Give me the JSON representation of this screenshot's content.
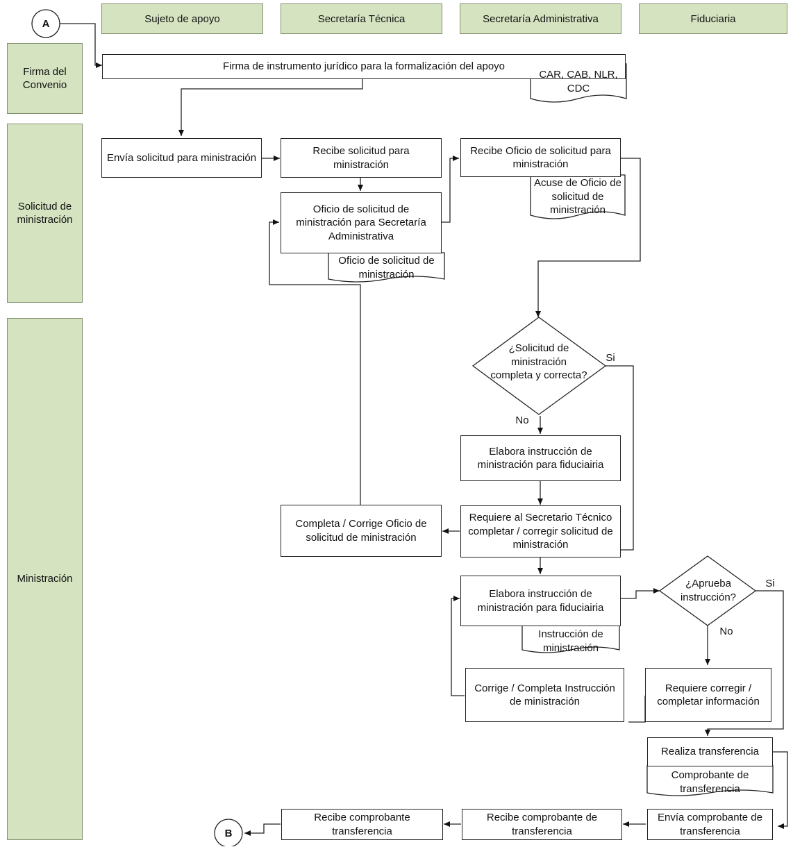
{
  "title": "",
  "lanes": [
    "Sujeto de apoyo",
    "Secretaría Técnica",
    "Secretaría Administrativa",
    "Fiduciaria"
  ],
  "phases": [
    "Firma del Convenio",
    "Solicitud de ministración",
    "Ministración"
  ],
  "connectors": {
    "start": "A",
    "end": "B"
  },
  "steps": {
    "firma": "Firma de instrumento jurídico para la formalización del apoyo",
    "envia_solicitud": "Envía solicitud para ministración",
    "recibe_solicitud": "Recibe solicitud para ministración",
    "oficio_solicitud": "Oficio de solicitud de ministración para Secretaría Administrativa",
    "recibe_oficio": "Recibe Oficio de solicitud para ministración",
    "elabora_instruccion_1": "Elabora instrucción de ministración para fiduciairia",
    "requiere_secretario": "Requiere al Secretario Técnico completar / corregir solicitud de ministración",
    "completa_corrige": "Completa / Corrige Oficio de solicitud de ministración",
    "elabora_instruccion_2": "Elabora instrucción de ministración para fiduciairia",
    "corrige_completa": "Corrige / Completa Instrucción de ministración",
    "requiere_corregir": "Requiere corregir / completar información",
    "realiza_transferencia": "Realiza transferencia",
    "envia_comprobante": "Envía comprobante de transferencia",
    "recibe_comprobante_sa": "Recibe comprobante de transferencia",
    "recibe_comprobante_sap": "Recibe comprobante transferencia"
  },
  "documents": {
    "convenio_docs": "CAR, CAB, NLR, CDC",
    "acuse_oficio": "Acuse de Oficio de solicitud de ministración",
    "oficio_solicitud_doc": "Oficio de solicitud de ministración",
    "instruccion_doc": "Instrucción de ministración",
    "comprobante_doc": "Comprobante de transferencia"
  },
  "decisions": {
    "solicitud_completa": "¿Solicitud de ministración completa y correcta?",
    "aprueba": "¿Aprueba instrucción?"
  },
  "edge_labels": {
    "yes_1": "Si",
    "no_1": "No",
    "yes_2": "Si",
    "no_2": "No"
  }
}
